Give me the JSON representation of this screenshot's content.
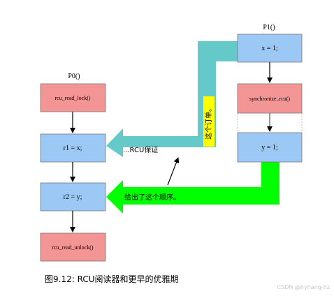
{
  "p0": {
    "title": "P0()",
    "boxes": [
      {
        "label": "rcu_read_lock()",
        "fill": "#f49595"
      },
      {
        "label": "r1 = x;",
        "fill": "#9cc8f5"
      },
      {
        "label": "r2 = y;",
        "fill": "#9cc8f5"
      },
      {
        "label": "rcu_read_unlock()",
        "fill": "#f49595"
      }
    ]
  },
  "p1": {
    "title": "P1()",
    "boxes": [
      {
        "label": "x = 1;",
        "fill": "#9cc8f5"
      },
      {
        "label": "synchronize_rcu()",
        "fill": "#f49595"
      },
      {
        "label": "y = 1;",
        "fill": "#9cc8f5"
      }
    ]
  },
  "arrows": {
    "teal_label": "...RCU保证",
    "teal_vertical_label": "这个订单。",
    "green_label": "给出了这个顺序。",
    "teal_color": "#66c9c9",
    "green_color": "#00ff00",
    "highlight_color": "#ffff00"
  },
  "caption": "图9.12:    RCU阅读器和更早的优雅期",
  "watermark": "CSDN @hyhang-hz"
}
